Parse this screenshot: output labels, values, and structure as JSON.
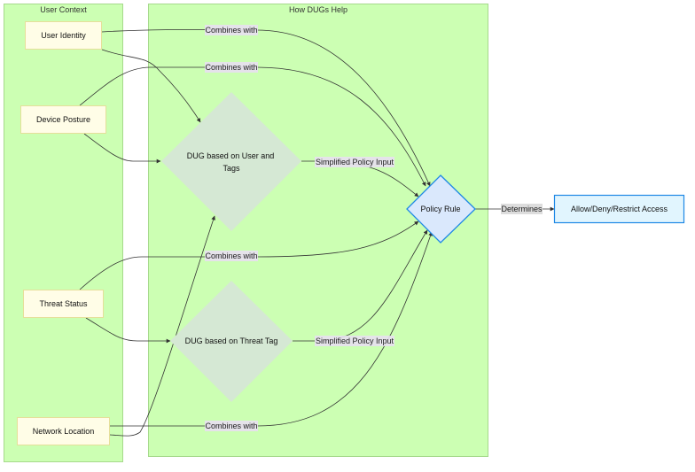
{
  "clusters": {
    "user_context": "User Context",
    "dugs_help": "How DUGs Help"
  },
  "nodes": {
    "user_identity": "User Identity",
    "device_posture": "Device Posture",
    "threat_status": "Threat Status",
    "network_location": "Network Location",
    "dug_user_tags_line1": "DUG based on User and",
    "dug_user_tags_line2": "Tags",
    "dug_threat_tag": "DUG based on Threat Tag",
    "policy_rule": "Policy Rule",
    "outcome": "Allow/Deny/Restrict Access"
  },
  "edge_labels": {
    "combines_with": "Combines with",
    "simplified_policy_input": "Simplified Policy Input",
    "determines": "Determines"
  },
  "colors": {
    "cluster_fill": "#ccffb3",
    "node_fill": "#fffde7",
    "diamond_fill": "#d5e8d4",
    "policy_stroke": "#1e88e5"
  }
}
